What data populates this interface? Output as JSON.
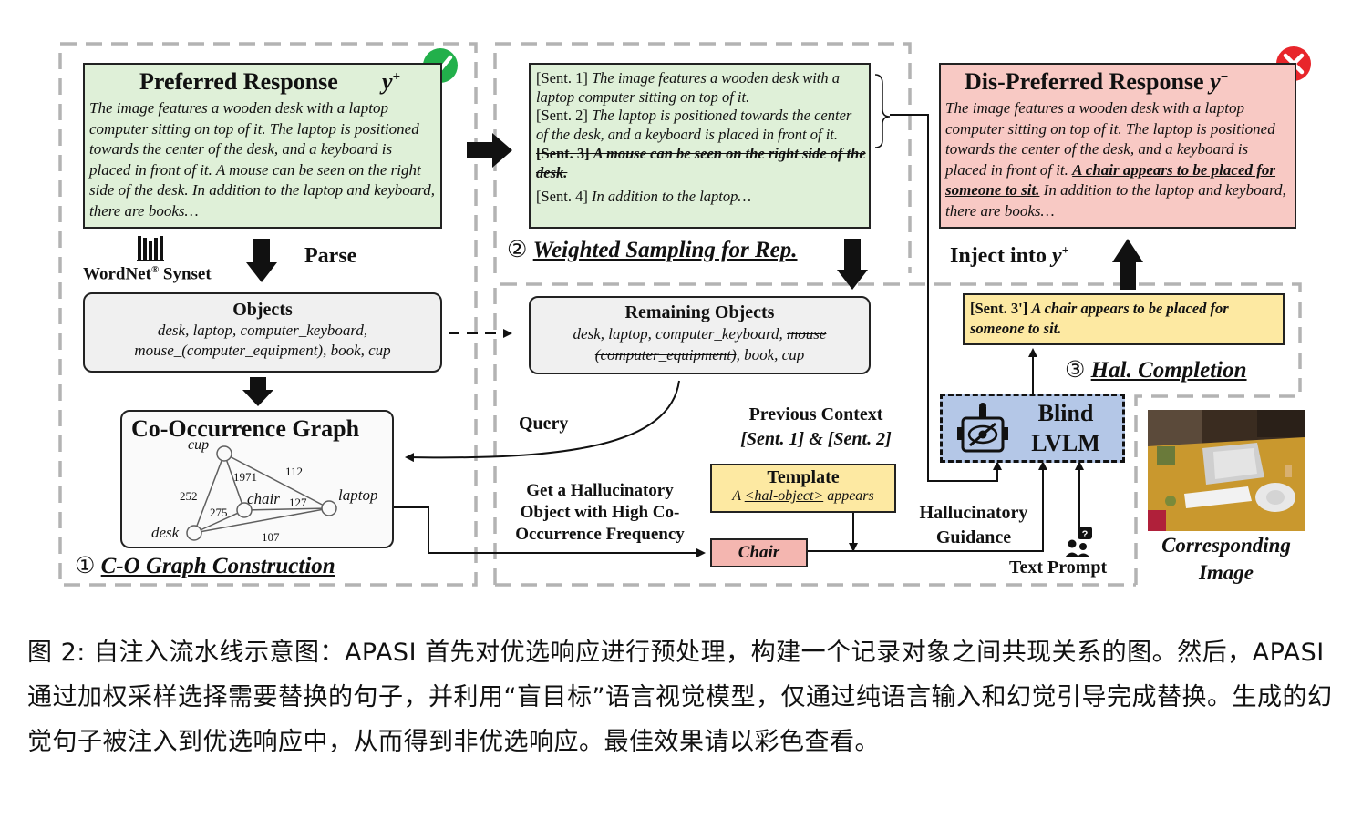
{
  "preferred": {
    "title": "Preferred Response",
    "symbol": "y",
    "symbol_sup": "+",
    "text": "The image features a wooden desk with a laptop computer sitting on top of it. The laptop is positioned towards the center of the desk, and a keyboard is placed in front of it. A mouse can be seen on the right side of the desk. In addition to the laptop and keyboard, there are books…"
  },
  "parse": {
    "label": "Parse",
    "wordnet": "WordNet",
    "wordnet_sup": "®",
    "synset": " Synset"
  },
  "objects": {
    "title": "Objects",
    "line1": "desk, laptop, computer_keyboard,",
    "line2": "mouse_(computer_equipment), book, cup"
  },
  "graph": {
    "title": "Co-Occurrence Graph",
    "nodes": {
      "cup": "cup",
      "chair": "chair",
      "laptop": "laptop",
      "desk": "desk"
    },
    "edges": {
      "cup_chair": "1971",
      "cup_laptop": "112",
      "cup_desk": "252",
      "chair_desk": "275",
      "chair_laptop": "127",
      "desk_laptop": "107"
    }
  },
  "section1": {
    "num": "①",
    "label": "C-O Graph Construction"
  },
  "sentences": {
    "s1_tag": "[Sent. 1]",
    "s1": "The image features a wooden desk with a laptop computer sitting on top of it.",
    "s2_tag": "[Sent. 2]",
    "s2": "The laptop is positioned towards the center of the desk, and a keyboard is placed in front of it.",
    "s3_tag": "[Sent. 3]",
    "s3": "A mouse can be seen on the right side of the desk.",
    "s4_tag": "[Sent. 4]",
    "s4": "In addition to the laptop…"
  },
  "section2": {
    "num": "②",
    "label": "Weighted Sampling for Rep."
  },
  "remaining": {
    "title": "Remaining Objects",
    "line1_a": "desk, laptop, computer_keyboard, ",
    "line1_strike": "mouse",
    "line2_strike": "(computer_equipment)",
    "line2_b": ", book, cup"
  },
  "query": "Query",
  "prev_context": {
    "title": "Previous Context",
    "value": "[Sent. 1] & [Sent. 2]"
  },
  "hal_object": {
    "line1": "Get a Hallucinatory",
    "line2": "Object with High Co-",
    "line3": "Occurrence Frequency"
  },
  "template": {
    "title": "Template",
    "prefix": "A ",
    "placeholder": "<hal-object>",
    "suffix": " appears"
  },
  "chair_box": "Chair",
  "hal_guidance": {
    "line1": "Hallucinatory",
    "line2": "Guidance"
  },
  "text_prompt": "Text Prompt",
  "blind_lvlm": {
    "line1": "Blind",
    "line2": "LVLM"
  },
  "corresponding_image": {
    "line1": "Corresponding",
    "line2": "Image"
  },
  "sent3_new": {
    "tag": "[Sent. 3']",
    "text": "A chair appears to be placed for someone to sit."
  },
  "section3": {
    "num": "③",
    "label": "Hal. Completion"
  },
  "inject": {
    "label": "Inject into ",
    "symbol": "y",
    "sup": "+"
  },
  "dispreferred": {
    "title": "Dis-Preferred Response",
    "symbol": "y",
    "symbol_sup": "−",
    "text_a": "The image features a wooden desk with a laptop computer sitting on top of it. The laptop is positioned towards the center of the desk, and a keyboard is placed in front of it. ",
    "text_hal": "A chair appears to be placed for someone to sit.",
    "text_b": " In addition to the laptop and keyboard, there are books…"
  },
  "colors": {
    "green_box": "#dff0d8",
    "red_box": "#f8c9c4",
    "yellow_box": "#fde9a2",
    "blue_box": "#b4c7e7",
    "pink_box": "#f4b6b0",
    "gray_box": "#f0f0f0",
    "dashed": "#b3b3b3",
    "check_green": "#22b04b",
    "cross_red": "#e8262b"
  },
  "caption": "图 2: 自注入流水线示意图：APASI 首先对优选响应进行预处理，构建一个记录对象之间共现关系的图。然后，APASI 通过加权采样选择需要替换的句子，并利用“盲目标”语言视觉模型，仅通过纯语言输入和幻觉引导完成替换。生成的幻觉句子被注入到优选响应中，从而得到非优选响应。最佳效果请以彩色查看。"
}
